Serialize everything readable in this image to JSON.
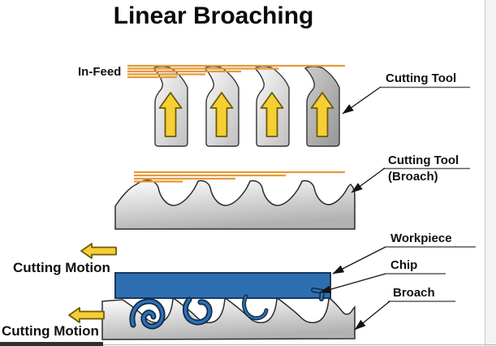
{
  "title": "Linear Broaching",
  "colors": {
    "orange": "#E49A3A",
    "yellow": "#F6CF33",
    "blue": "#2E6FB2",
    "steel_light": "#F8F8F8",
    "steel_dark": "#AFAFAF",
    "outline": "#2E2E2E"
  },
  "labels": {
    "in_feed": "In-Feed",
    "cutting_tool": "Cutting Tool",
    "broach_tool_line1": "Cutting Tool",
    "broach_tool_line2": "(Broach)",
    "workpiece": "Workpiece",
    "chip": "Chip",
    "broach": "Broach",
    "cutting_motion_upper": "Cutting Motion",
    "cutting_motion_lower": "Cutting Motion"
  }
}
